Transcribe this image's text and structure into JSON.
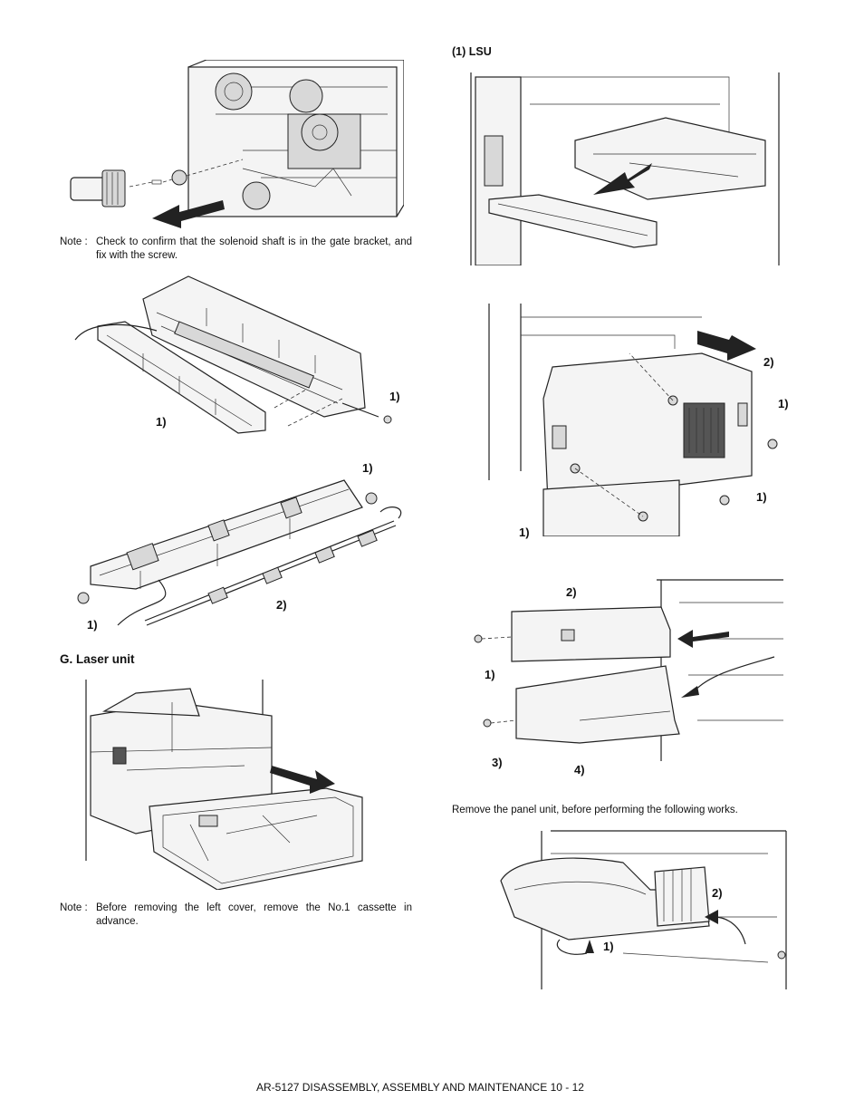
{
  "left_column": {
    "note1": {
      "tag": "Note :",
      "text": "Check to confirm that the solenoid shaft is in the gate bracket, and fix with the screw."
    },
    "fig2_labels": {
      "a": "1)",
      "b": "1)"
    },
    "fig3_labels": {
      "a": "1)",
      "b": "2)",
      "c": "1)"
    },
    "section_heading": "G. Laser unit",
    "note2": {
      "tag": "Note :",
      "text": "Before removing the left cover, remove the No.1 cassette in advance."
    }
  },
  "right_column": {
    "subheading": "(1)   LSU",
    "fig2_labels": {
      "a": "2)",
      "b": "1)",
      "c": "1)",
      "d": "1)"
    },
    "fig3_labels": {
      "a": "2)",
      "b": "1)",
      "c": "3)",
      "d": "4)"
    },
    "instruction": "Remove the panel unit, before performing the following works.",
    "fig4_labels": {
      "a": "2)",
      "b": "1)"
    }
  },
  "footer": {
    "text": "AR-5127 DISASSEMBLY, ASSEMBLY AND MAINTENANCE 10 - 12"
  }
}
